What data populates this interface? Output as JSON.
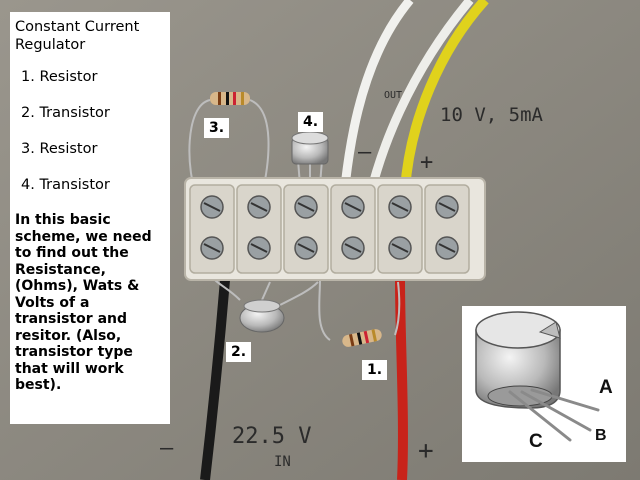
{
  "panel": {
    "title": "Constant Current Regulator",
    "items": [
      "1. Resistor",
      "2. Transistor",
      "3. Resistor",
      "4. Transistor"
    ],
    "description": "In this basic scheme, we need  to find out the Resistance, (Ohms), Wats & Volts of a transistor and resitor. (Also, transistor type that will work best)."
  },
  "tags": {
    "r1": "1.",
    "t2": "2.",
    "r3": "3.",
    "t4": "4."
  },
  "handwriting": {
    "out": "OUT",
    "output_rating": "10 V, 5mA",
    "minus_top": "–",
    "plus_top": "+",
    "input_voltage": "22.5 V",
    "input_label": "IN",
    "minus_bottom": "—",
    "plus_bottom": "+"
  },
  "inset": {
    "pin_a": "A",
    "pin_b": "B",
    "pin_c": "C"
  },
  "colors": {
    "background": "#8f8b82",
    "terminal_block": "#e9e6de",
    "wire_white": "#f1f1ee",
    "wire_yellow": "#e0d21c",
    "wire_red": "#c8231a",
    "wire_black": "#1a1a1a"
  }
}
